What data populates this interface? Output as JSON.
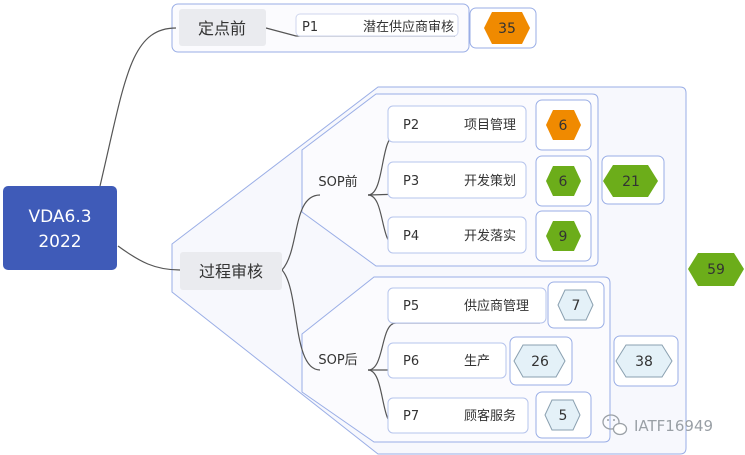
{
  "root": {
    "line1": "VDA6.3",
    "line2": "2022"
  },
  "branch_before": {
    "label": "定点前",
    "item": {
      "code": "P1",
      "name": "潜在供应商审核",
      "score": "35"
    }
  },
  "branch_process": {
    "label": "过程审核",
    "total": "59",
    "sop_before": {
      "label": "SOP前",
      "subtotal": "21",
      "items": [
        {
          "code": "P2",
          "name": "项目管理",
          "score": "6"
        },
        {
          "code": "P3",
          "name": "开发策划",
          "score": "6"
        },
        {
          "code": "P4",
          "name": "开发落实",
          "score": "9"
        }
      ]
    },
    "sop_after": {
      "label": "SOP后",
      "subtotal": "38",
      "items": [
        {
          "code": "P5",
          "name": "供应商管理",
          "score": "7"
        },
        {
          "code": "P6",
          "name": "生产",
          "score": "26"
        },
        {
          "code": "P7",
          "name": "顾客服务",
          "score": "5"
        }
      ]
    }
  },
  "watermark": "IATF16949",
  "colors": {
    "root_fill": "#3f5bb8",
    "orange": "#f08a00",
    "green": "#6cad1a",
    "light_blue": "#e4f1f8",
    "frame": "#9aaee6"
  }
}
